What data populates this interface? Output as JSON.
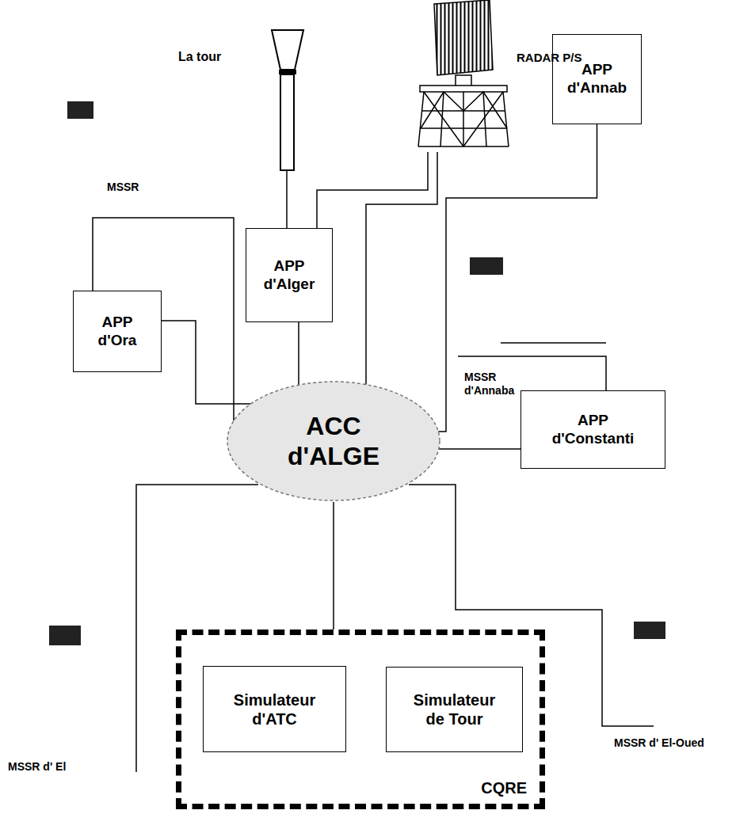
{
  "diagram": {
    "nodes": [
      {
        "text": [
          "APP d'Annab"
        ]
      },
      {
        "text": [
          "APP d'Alger"
        ]
      },
      {
        "text": [
          "APP d'Ora"
        ]
      },
      {
        "text": [
          "ACC d'ALGE"
        ]
      },
      {
        "text": [
          "APP d'Constanti"
        ]
      },
      {
        "text": [
          "CQRE"
        ]
      },
      {
        "text": [
          "Simulateur d'ATC"
        ],
        "in": 5
      },
      {
        "text": [
          "Simulateur de Tour"
        ],
        "in": 5
      }
    ],
    "edges": [
      {
        "from": 3,
        "to": 1,
        "arrow": "none"
      },
      {
        "from": 2,
        "to": 3,
        "arrow": "none"
      },
      {
        "from": 2,
        "to": 3,
        "arrow": "none"
      },
      {
        "from": 3,
        "to": 0,
        "arrow": "none"
      },
      {
        "from": 3,
        "to": 4,
        "arrow": "none"
      },
      {
        "from": 3,
        "to": 5,
        "arrow": "none"
      }
    ],
    "labels": [
      "La tour",
      "RADAR P/S",
      "MSSR",
      "MSSR d'Annaba",
      "MSSR d' El",
      "MSSR d' El-Oued"
    ]
  }
}
